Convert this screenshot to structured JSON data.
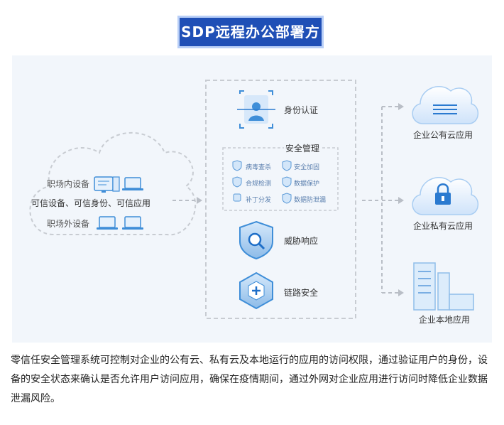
{
  "title": "SDP远程办公部署方案",
  "left_cloud": {
    "row1_label": "职场内设备",
    "row2_label": "可信设备、可信身份、可信应用",
    "row3_label": "职场外设备"
  },
  "center": {
    "identity_label": "身份认证",
    "security_mgmt": {
      "title": "安全管理",
      "items": [
        {
          "label": "病毒查杀",
          "icon": "shield-icon"
        },
        {
          "label": "安全加固",
          "icon": "shield-plus-icon"
        },
        {
          "label": "合规检测",
          "icon": "shield-check-icon"
        },
        {
          "label": "数据保护",
          "icon": "shield-lock-icon"
        },
        {
          "label": "补丁分发",
          "icon": "patch-icon"
        },
        {
          "label": "数据防泄漏",
          "icon": "data-leak-icon"
        }
      ]
    },
    "threat_label": "威胁响应",
    "link_label": "链路安全"
  },
  "right": {
    "public_cloud_label": "企业公有云应用",
    "private_cloud_label": "企业私有云应用",
    "local_app_label": "企业本地应用"
  },
  "caption": "零信任安全管理系统可控制对企业的公有云、私有云及本地运行的应用的访问权限，通过验证用户的身份，设备的安全状态来确认是否允许用户访问应用，确保在疫情期间，通过外网对企业应用进行访问时降低企业数据泄漏风险。"
}
